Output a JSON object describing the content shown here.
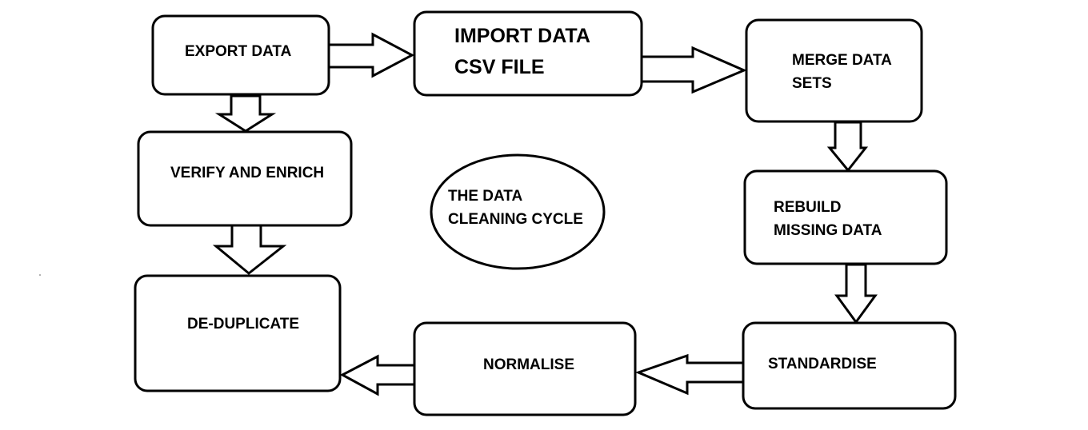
{
  "nodes": {
    "export": {
      "label": "EXPORT DATA"
    },
    "import": {
      "line1": "IMPORT DATA",
      "line2": "CSV FILE"
    },
    "merge": {
      "line1": "MERGE DATA",
      "line2": "SETS"
    },
    "rebuild": {
      "line1": "REBUILD",
      "line2": "MISSING DATA"
    },
    "standardise": {
      "label": "STANDARDISE"
    },
    "normalise": {
      "label": "NORMALISE"
    },
    "deduplicate": {
      "label": "DE-DUPLICATE"
    },
    "verify": {
      "label": "VERIFY AND ENRICH"
    },
    "center": {
      "line1": "THE DATA",
      "line2": "CLEANING CYCLE"
    }
  },
  "edges": [
    {
      "from": "export",
      "to": "import"
    },
    {
      "from": "import",
      "to": "merge"
    },
    {
      "from": "merge",
      "to": "rebuild"
    },
    {
      "from": "rebuild",
      "to": "standardise"
    },
    {
      "from": "standardise",
      "to": "normalise"
    },
    {
      "from": "normalise",
      "to": "deduplicate"
    },
    {
      "from": "export",
      "to": "verify"
    },
    {
      "from": "verify",
      "to": "deduplicate"
    }
  ]
}
